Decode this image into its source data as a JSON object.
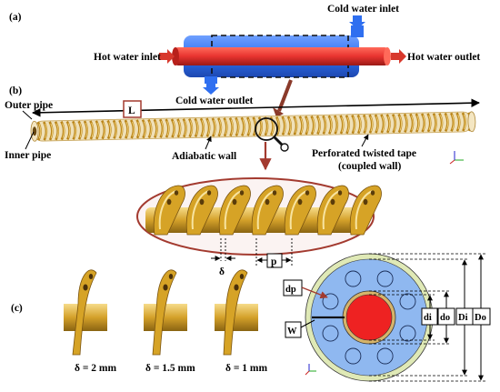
{
  "panels": {
    "a": "(a)",
    "b": "(b)",
    "c": "(c)"
  },
  "heat_exchanger": {
    "hot_inlet": "Hot water inlet",
    "hot_outlet": "Hot water outlet",
    "cold_inlet": "Cold water inlet",
    "cold_outlet": "Cold water outlet",
    "colors": {
      "outer_shell": "#2f6ff0",
      "inner_tube": "#e8332f",
      "arrow_red": "#d8382c",
      "arrow_blue": "#2f6ff0"
    }
  },
  "tube_view": {
    "length_label": "L",
    "outer_pipe": "Outer pipe",
    "inner_pipe": "Inner pipe",
    "adiabatic_wall": "Adiabatic wall",
    "tape_label_line1": "Perforated twisted tape",
    "tape_label_line2": "(coupled wall)",
    "colors": {
      "tape": "#c9971f",
      "tape_highlight": "#f4d27a",
      "outer_pipe": "#ead6a4"
    }
  },
  "zoom": {
    "delta_label": "δ",
    "pitch_label": "p",
    "colors": {
      "ellipse_stroke": "#a33a2f",
      "ellipse_fill": "#fbf3f2"
    }
  },
  "clearances": [
    {
      "label": "δ = 2 mm",
      "value_mm": 2
    },
    {
      "label": "δ = 1.5 mm",
      "value_mm": 1.5
    },
    {
      "label": "δ = 1 mm",
      "value_mm": 1
    }
  ],
  "cross_section": {
    "hole_diameter": "dp",
    "tape_width": "W",
    "dims": [
      "di",
      "do",
      "Di",
      "Do"
    ],
    "colors": {
      "annulus": "#8fb8f0",
      "outer_ring": "#d9e8b8",
      "inner_core": "#ee2222",
      "inner_ring": "#d6b46a"
    }
  }
}
